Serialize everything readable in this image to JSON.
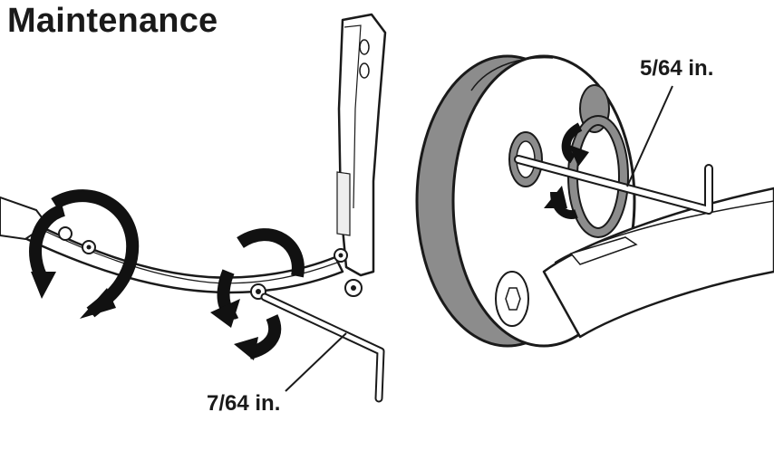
{
  "title": "Maintenance",
  "callouts": {
    "left_wrench_size": "7/64 in.",
    "right_wrench_size": "5/64 in."
  },
  "colors": {
    "ink": "#1a1a1a",
    "rim": "#8c8c8c",
    "arrow": "#111111"
  },
  "icons": [
    "rotate-ccw-arrow-icon",
    "rotate-cw-arrow-icon",
    "hex-key-icon"
  ]
}
